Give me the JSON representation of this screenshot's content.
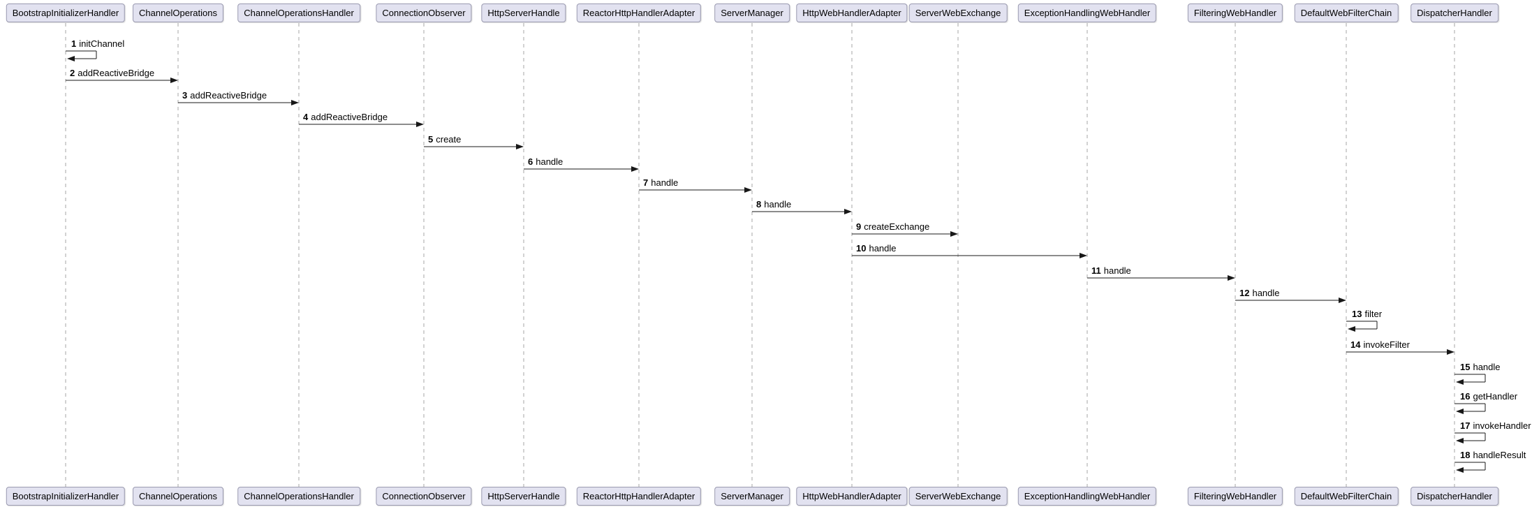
{
  "diagram": {
    "type": "sequence",
    "participants": [
      "BootstrapInitializerHandler",
      "ChannelOperations",
      "ChannelOperationsHandler",
      "ConnectionObserver",
      "HttpServerHandle",
      "ReactorHttpHandlerAdapter",
      "ServerManager",
      "HttpWebHandlerAdapter",
      "ServerWebExchange",
      "ExceptionHandlingWebHandler",
      "FilteringWebHandler",
      "DefaultWebFilterChain",
      "DispatcherHandler"
    ],
    "messages": [
      {
        "seq": "1",
        "label": "initChannel",
        "from": "BootstrapInitializerHandler",
        "to": "BootstrapInitializerHandler",
        "self": true
      },
      {
        "seq": "2",
        "label": "addReactiveBridge",
        "from": "BootstrapInitializerHandler",
        "to": "ChannelOperations",
        "self": false
      },
      {
        "seq": "3",
        "label": "addReactiveBridge",
        "from": "ChannelOperations",
        "to": "ChannelOperationsHandler",
        "self": false
      },
      {
        "seq": "4",
        "label": "addReactiveBridge",
        "from": "ChannelOperationsHandler",
        "to": "ConnectionObserver",
        "self": false
      },
      {
        "seq": "5",
        "label": "create",
        "from": "ConnectionObserver",
        "to": "HttpServerHandle",
        "self": false
      },
      {
        "seq": "6",
        "label": "handle",
        "from": "HttpServerHandle",
        "to": "ReactorHttpHandlerAdapter",
        "self": false
      },
      {
        "seq": "7",
        "label": "handle",
        "from": "ReactorHttpHandlerAdapter",
        "to": "ServerManager",
        "self": false
      },
      {
        "seq": "8",
        "label": "handle",
        "from": "ServerManager",
        "to": "HttpWebHandlerAdapter",
        "self": false
      },
      {
        "seq": "9",
        "label": "createExchange",
        "from": "HttpWebHandlerAdapter",
        "to": "ServerWebExchange",
        "self": false
      },
      {
        "seq": "10",
        "label": "handle",
        "from": "HttpWebHandlerAdapter",
        "to": "ExceptionHandlingWebHandler",
        "self": false
      },
      {
        "seq": "11",
        "label": "handle",
        "from": "ExceptionHandlingWebHandler",
        "to": "FilteringWebHandler",
        "self": false
      },
      {
        "seq": "12",
        "label": "handle",
        "from": "FilteringWebHandler",
        "to": "DefaultWebFilterChain",
        "self": false
      },
      {
        "seq": "13",
        "label": "filter",
        "from": "DefaultWebFilterChain",
        "to": "DefaultWebFilterChain",
        "self": true
      },
      {
        "seq": "14",
        "label": "invokeFilter",
        "from": "DefaultWebFilterChain",
        "to": "DispatcherHandler",
        "self": false
      },
      {
        "seq": "15",
        "label": "handle",
        "from": "DispatcherHandler",
        "to": "DispatcherHandler",
        "self": true
      },
      {
        "seq": "16",
        "label": "getHandler",
        "from": "DispatcherHandler",
        "to": "DispatcherHandler",
        "self": true
      },
      {
        "seq": "17",
        "label": "invokeHandler",
        "from": "DispatcherHandler",
        "to": "DispatcherHandler",
        "self": true
      },
      {
        "seq": "18",
        "label": "handleResult",
        "from": "DispatcherHandler",
        "to": "DispatcherHandler",
        "self": true
      }
    ]
  },
  "colors": {
    "background": "#FFFFFF",
    "participant_fill": "#E2E2F0",
    "participant_border": "#9A9AB0",
    "lifeline": "#A5A5A5",
    "arrow": "#181818",
    "text": "#000000"
  }
}
